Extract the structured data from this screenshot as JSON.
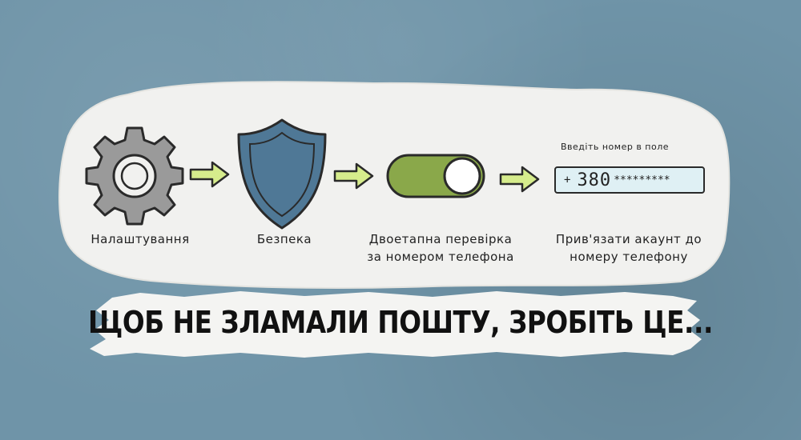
{
  "steps": [
    {
      "id": "settings",
      "label": "Налаштування",
      "icon": "gear-icon"
    },
    {
      "id": "security",
      "label": "Безпека",
      "icon": "shield-icon"
    },
    {
      "id": "two-step",
      "label_line1": "Двоетапна перевірка",
      "label_line2": "за номером телефона",
      "icon": "toggle-icon"
    },
    {
      "id": "bind-phone",
      "label_line1": "Прив'язати акаунт до",
      "label_line2": "номеру телефону",
      "icon": "phone-input-icon"
    }
  ],
  "phone_input": {
    "hint": "Введіть номер в поле",
    "prefix": "+",
    "code": "380",
    "mask": "*********"
  },
  "headline": "ЩОБ НЕ ЗЛАМАЛИ ПОШТУ, ЗРОБІТЬ ЦЕ...",
  "colors": {
    "background": "#6f94a8",
    "paper": "#f1f1ef",
    "arrow": "#d6ec8c",
    "shield": "#4f7896",
    "toggle": "#8aa84a",
    "gear": "#9a9a9a",
    "outline": "#2a2a2a"
  }
}
